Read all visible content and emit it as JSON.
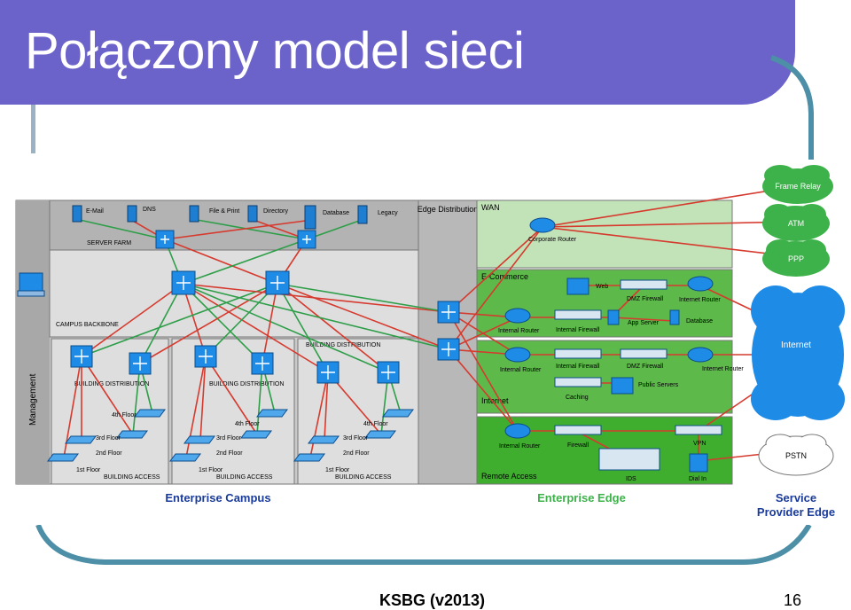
{
  "slide": {
    "title": "Połączony model sieci",
    "footer": "KSBG (v2013)",
    "page": "16"
  },
  "colors": {
    "title_band": "#6b63c9",
    "campus_bg": "#c9c9c9",
    "edge_green": "#5cb94a",
    "wan_green": "#c2e3b8",
    "link_red": "#d63a2e",
    "link_green": "#2e9e49",
    "cloud_green": "#3db24a",
    "cloud_blue": "#1e8be6",
    "label_blue": "#1a3b9a"
  },
  "campus": {
    "management": "Management",
    "server_farm": "SERVER FARM",
    "servers": [
      "E-Mail",
      "DNS",
      "File & Print",
      "Directory",
      "Database",
      "Legacy"
    ],
    "campus_backbone": "CAMPUS BACKBONE",
    "building_distribution": "BUILDING DISTRIBUTION",
    "building_access": "BUILDING ACCESS",
    "floors": [
      "4th Floor",
      "3rd Floor",
      "2nd Floor",
      "1st Floor"
    ],
    "edge_distribution": "Edge Distribution",
    "caption": "Enterprise Campus"
  },
  "edge": {
    "wan": "WAN",
    "corporate_router": "Corporate Router",
    "ecommerce": "E-Commerce",
    "web": "Web",
    "dmz_firewall": "DMZ Firewall",
    "internet_router": "Internet Router",
    "internal_router": "Internal Router",
    "internal_firewall": "Internal Firewall",
    "app_server": "App Server",
    "database": "Database",
    "public_servers": "Public Servers",
    "caching": "Caching",
    "internet": "Internet",
    "firewall": "Firewall",
    "vpn": "VPN",
    "ids": "IDS",
    "dial_in": "Dial In",
    "remote_access": "Remote Access",
    "caption": "Enterprise Edge"
  },
  "provider": {
    "frame_relay": "Frame Relay",
    "atm": "ATM",
    "ppp": "PPP",
    "internet": "Internet",
    "pstn": "PSTN",
    "caption_line1": "Service",
    "caption_line2": "Provider Edge"
  }
}
